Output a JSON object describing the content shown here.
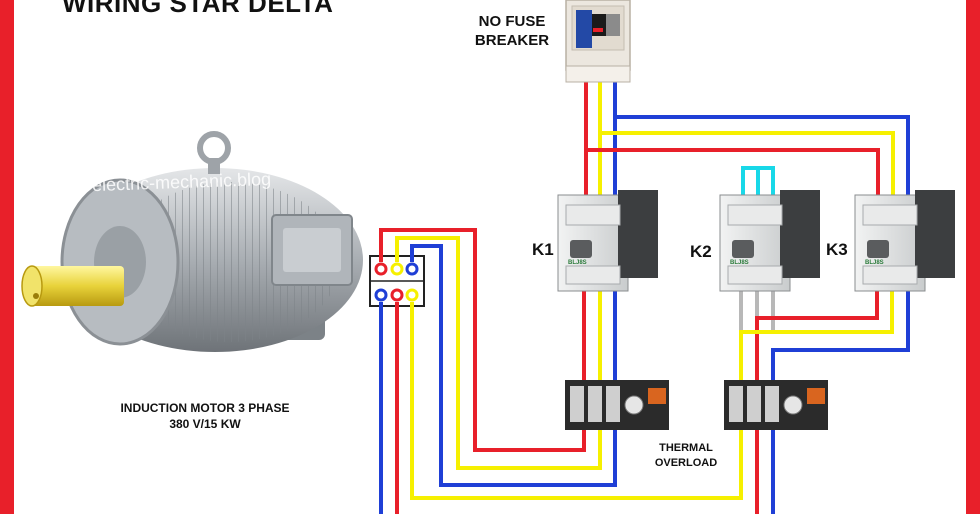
{
  "diagram": {
    "title": "WIRING STAR DELTA",
    "breaker_label_line1": "NO FUSE",
    "breaker_label_line2": "BREAKER",
    "contactor_k1": "K1",
    "contactor_k2": "K2",
    "contactor_k3": "K3",
    "motor_caption_line1": "INDUCTION MOTOR 3 PHASE",
    "motor_caption_line2": "380 V/15 KW",
    "overload_label_line1": "THERMAL",
    "overload_label_line2": "OVERLOAD",
    "watermark": "electric-mechanic.blog",
    "contactor_badge": "BLJ8S"
  },
  "colors": {
    "phase_red": "#e8202a",
    "phase_yellow": "#f6f000",
    "phase_blue": "#1f3fd6",
    "bridge_cyan": "#18d8e8",
    "unused_gray": "#b8b8b8",
    "border": "#e8202a"
  }
}
